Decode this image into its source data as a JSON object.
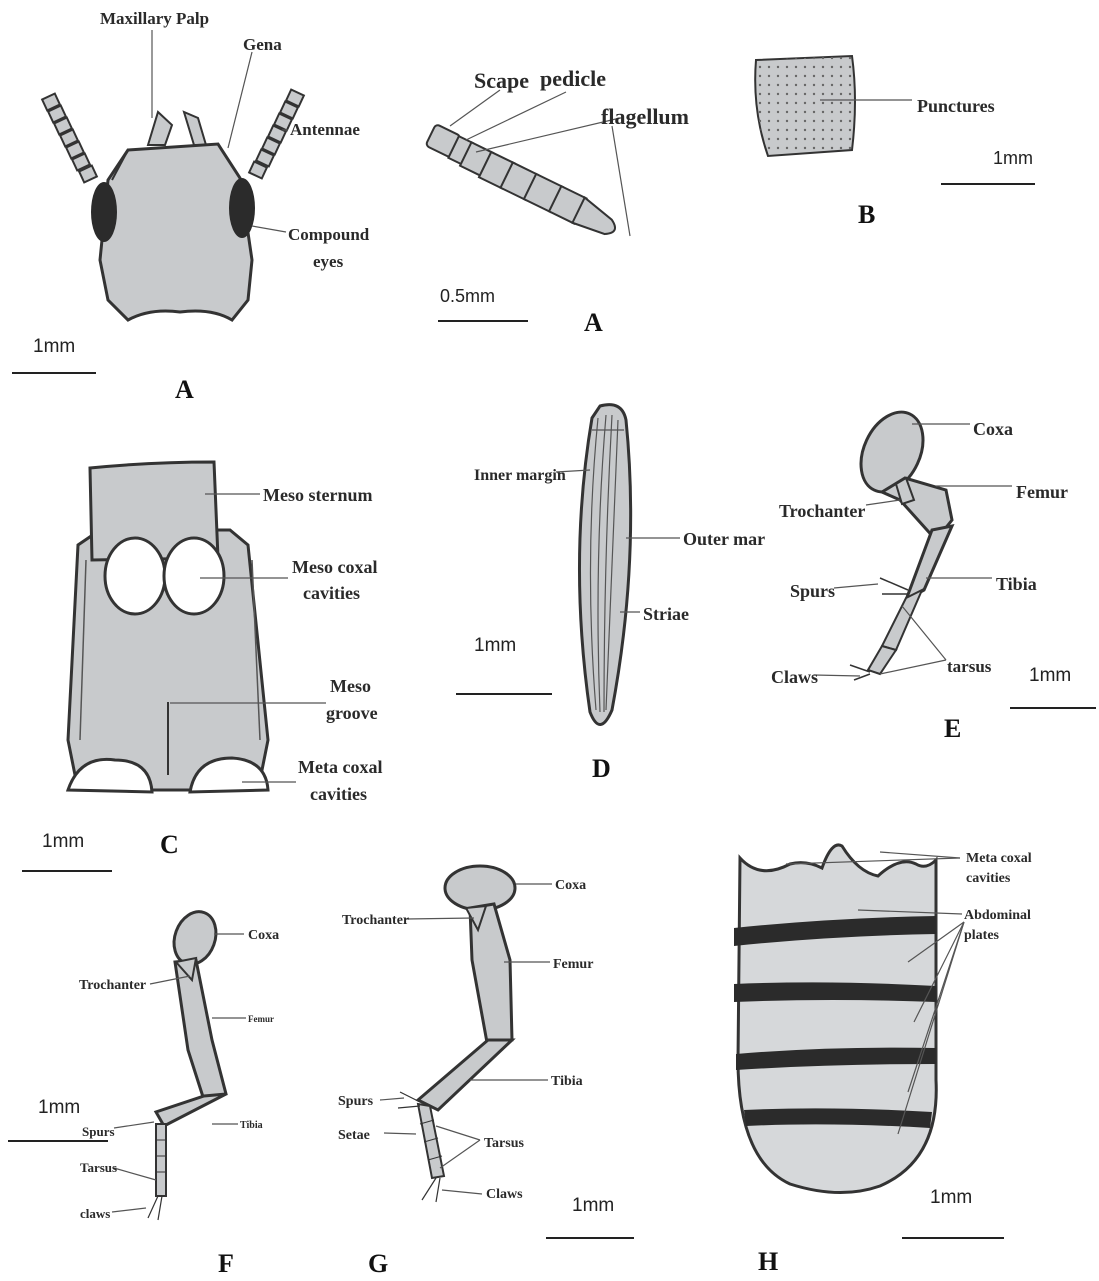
{
  "head": {
    "maxillary_palp": "Maxillary Palp",
    "gena": "Gena",
    "antennae": "Antennae",
    "compound_eyes_1": "Compound",
    "compound_eyes_2": "eyes",
    "scale": "1mm",
    "figure": "A"
  },
  "antenna": {
    "scape": "Scape",
    "pedicle": "pedicle",
    "flagellum": "flagellum",
    "scale": "0.5mm",
    "figure": "A"
  },
  "elytra_piece": {
    "punctures": "Punctures",
    "scale": "1mm",
    "figure": "B"
  },
  "thorax": {
    "meso_sternum": "Meso sternum",
    "meso_coxal_1": "Meso coxal",
    "meso_coxal_2": "cavities",
    "meso_groove_1": "Meso",
    "meso_groove_2": "groove",
    "meta_coxal_1": "Meta coxal",
    "meta_coxal_2": "cavities",
    "scale": "1mm",
    "figure": "C"
  },
  "elytron": {
    "inner_margin": "Inner margin",
    "outer_margin": "Outer mar",
    "striae": "Striae",
    "scale": "1mm",
    "figure": "D"
  },
  "leg_e": {
    "coxa": "Coxa",
    "femur": "Femur",
    "trochanter": "Trochanter",
    "tibia": "Tibia",
    "spurs": "Spurs",
    "tarsus": "tarsus",
    "claws": "Claws",
    "scale": "1mm",
    "figure": "E"
  },
  "leg_f": {
    "coxa": "Coxa",
    "trochanter": "Trochanter",
    "femur": "Femur",
    "tibia": "Tibia",
    "spurs": "Spurs",
    "tarsus": "Tarsus",
    "claws": "claws",
    "scale": "1mm",
    "figure": "F"
  },
  "leg_g": {
    "coxa": "Coxa",
    "trochanter": "Trochanter",
    "femur": "Femur",
    "tibia": "Tibia",
    "spurs": "Spurs",
    "setae": "Setae",
    "tarsus": "Tarsus",
    "claws": "Claws",
    "scale": "1mm",
    "figure": "G"
  },
  "abdomen": {
    "meta_coxal_1": "Meta coxal",
    "meta_coxal_2": "cavities",
    "abdominal_1": "Abdominal",
    "abdominal_2": "plates",
    "scale": "1mm",
    "figure": "H"
  }
}
